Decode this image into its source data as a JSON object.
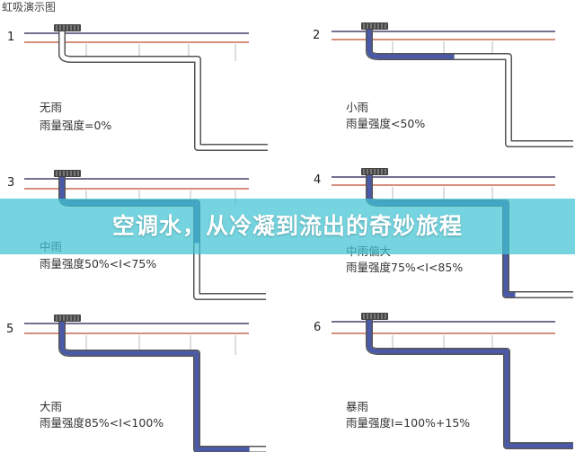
{
  "title": "虹吸演示图",
  "banner": "空调水，从冷凝到流出的奇妙旅程",
  "colors": {
    "pipe_outline": "#555555",
    "water": "#4a5aa8",
    "upper_line": "#4b3e6b",
    "lower_line": "#c86a4e",
    "banner_bg": "#40c4d2"
  },
  "panels": [
    {
      "number": "1",
      "name": "无雨",
      "intensity": "雨量强度=0%",
      "fill_level": "none"
    },
    {
      "number": "2",
      "name": "小雨",
      "intensity": "雨量强度<50%",
      "fill_level": "low"
    },
    {
      "number": "3",
      "name": "中雨",
      "intensity": "雨量强度50%<I<75%",
      "fill_level": "medium"
    },
    {
      "number": "4",
      "name": "中雨偏大",
      "intensity": "雨量强度75%<I<85%",
      "fill_level": "medium-high"
    },
    {
      "number": "5",
      "name": "大雨",
      "intensity": "雨量强度85%<I<100%",
      "fill_level": "high"
    },
    {
      "number": "6",
      "name": "暴雨",
      "intensity": "雨量强度I=100%+15%",
      "fill_level": "full"
    }
  ]
}
